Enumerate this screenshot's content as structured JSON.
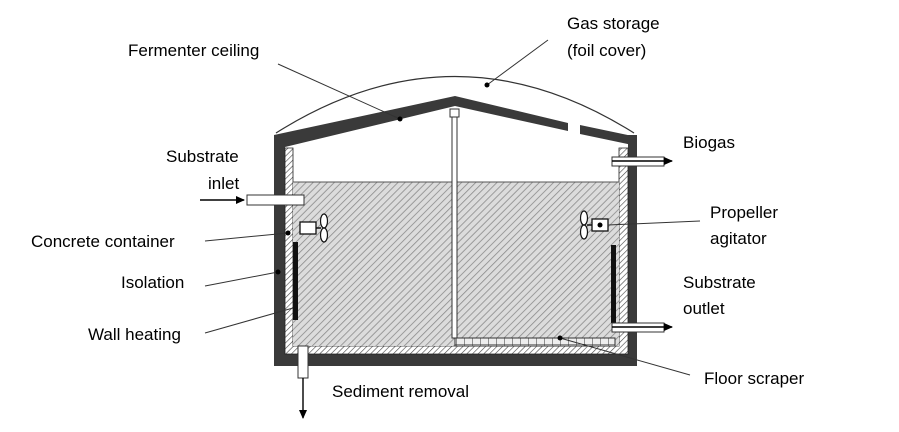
{
  "labels": {
    "fermenter_ceiling": "Fermenter ceiling",
    "gas_storage_1": "Gas storage",
    "gas_storage_2": "(foil cover)",
    "substrate_inlet_1": "Substrate",
    "substrate_inlet_2": "inlet",
    "biogas": "Biogas",
    "concrete_container": "Concrete container",
    "propeller_agitator_1": "Propeller",
    "propeller_agitator_2": "agitator",
    "isolation": "Isolation",
    "substrate_outlet_1": "Substrate",
    "substrate_outlet_2": "outlet",
    "wall_heating": "Wall heating",
    "floor_scraper": "Floor scraper",
    "sediment_removal": "Sediment removal"
  }
}
